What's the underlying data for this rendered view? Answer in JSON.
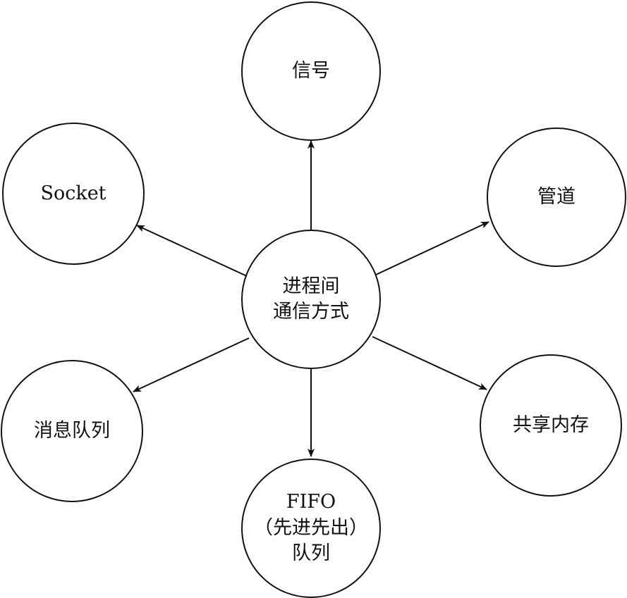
{
  "diagram": {
    "center": {
      "lines": [
        "进程间",
        "通信方式"
      ]
    },
    "nodes": {
      "signal": {
        "lines": [
          "信号"
        ]
      },
      "socket": {
        "lines": [
          "Socket"
        ]
      },
      "pipe": {
        "lines": [
          "管道"
        ]
      },
      "message_queue": {
        "lines": [
          "消息队列"
        ]
      },
      "shared_memory": {
        "lines": [
          "共享内存"
        ]
      },
      "fifo": {
        "lines": [
          "FIFO",
          "（先进先出）",
          "队列"
        ]
      }
    },
    "stroke_color": "#111111"
  }
}
